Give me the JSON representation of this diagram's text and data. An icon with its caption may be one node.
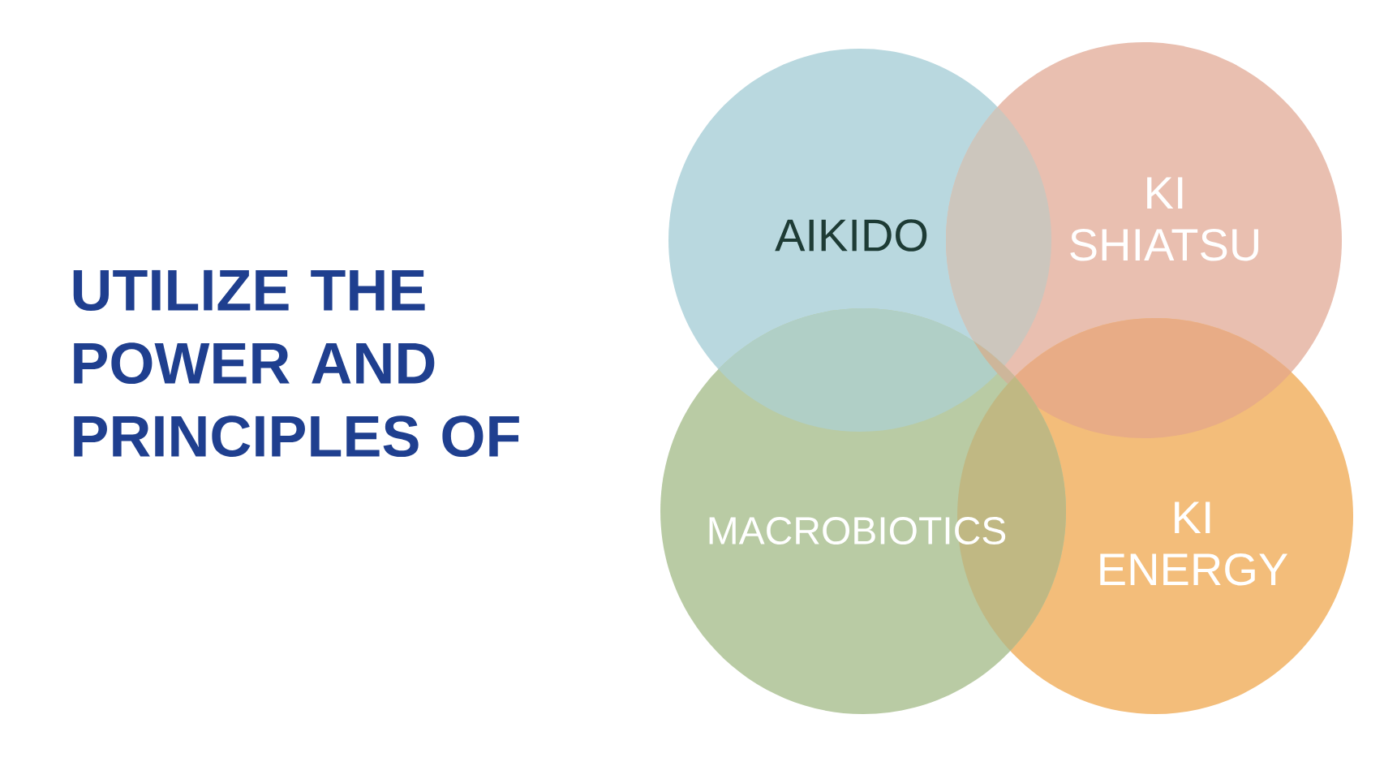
{
  "diagram": {
    "title": "UTILIZE THE POWER AND PRINCIPLES OF",
    "nodes": [
      {
        "text": [
          "AIKIDO"
        ]
      },
      {
        "text": [
          "KI SHIATSU"
        ]
      },
      {
        "text": [
          "MACROBIOTICS"
        ]
      },
      {
        "text": [
          "KI ENERGY"
        ]
      }
    ]
  }
}
